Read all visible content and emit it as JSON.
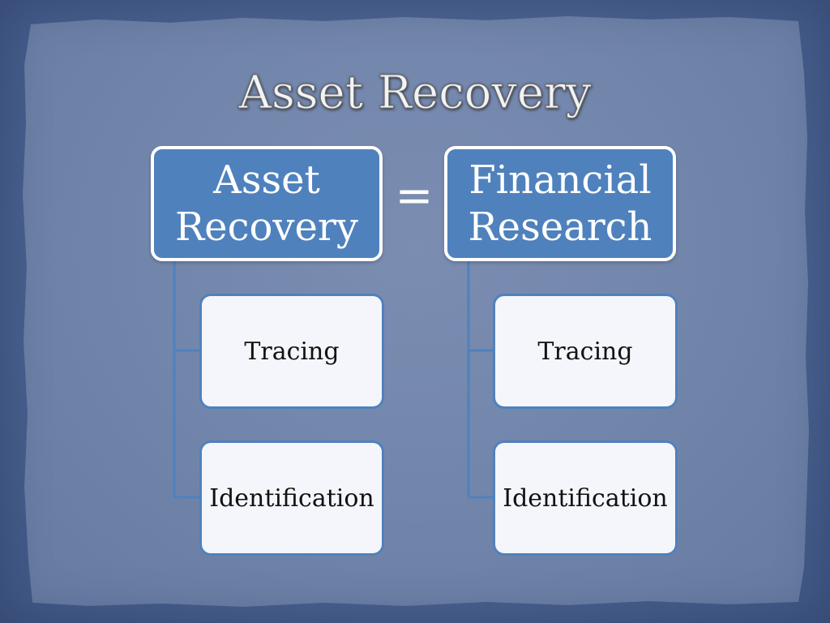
{
  "slide": {
    "title": "Asset Recovery"
  },
  "diagram": {
    "left": {
      "head": "Asset\nRecovery",
      "children": [
        "Tracing",
        "Identification"
      ]
    },
    "operator": "=",
    "right": {
      "head": "Financial\nResearch",
      "children": [
        "Tracing",
        "Identification"
      ]
    }
  },
  "colors": {
    "head_fill": "#4f81bd",
    "child_border": "#4f81bd",
    "child_fill": "#f4f6fb",
    "background": "#7084aa"
  }
}
